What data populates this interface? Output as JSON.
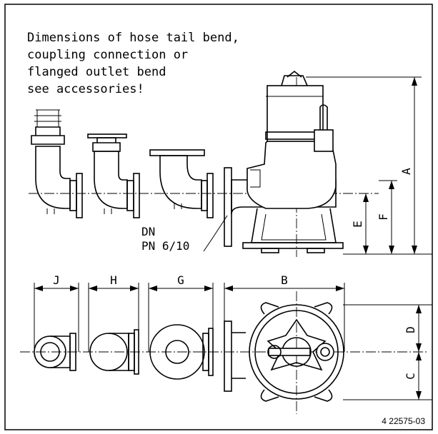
{
  "note": {
    "lines": [
      "Dimensions of hose tail bend,",
      "coupling connection or",
      "flanged outlet bend",
      "see accessories!"
    ]
  },
  "flange_label": {
    "line1": "DN",
    "line2": "PN 6/10"
  },
  "dimensions": {
    "A": "A",
    "B": "B",
    "C": "C",
    "D": "D",
    "E": "E",
    "F": "F",
    "G": "G",
    "H": "H",
    "J": "J"
  },
  "drawing_number": "4 22575-03"
}
